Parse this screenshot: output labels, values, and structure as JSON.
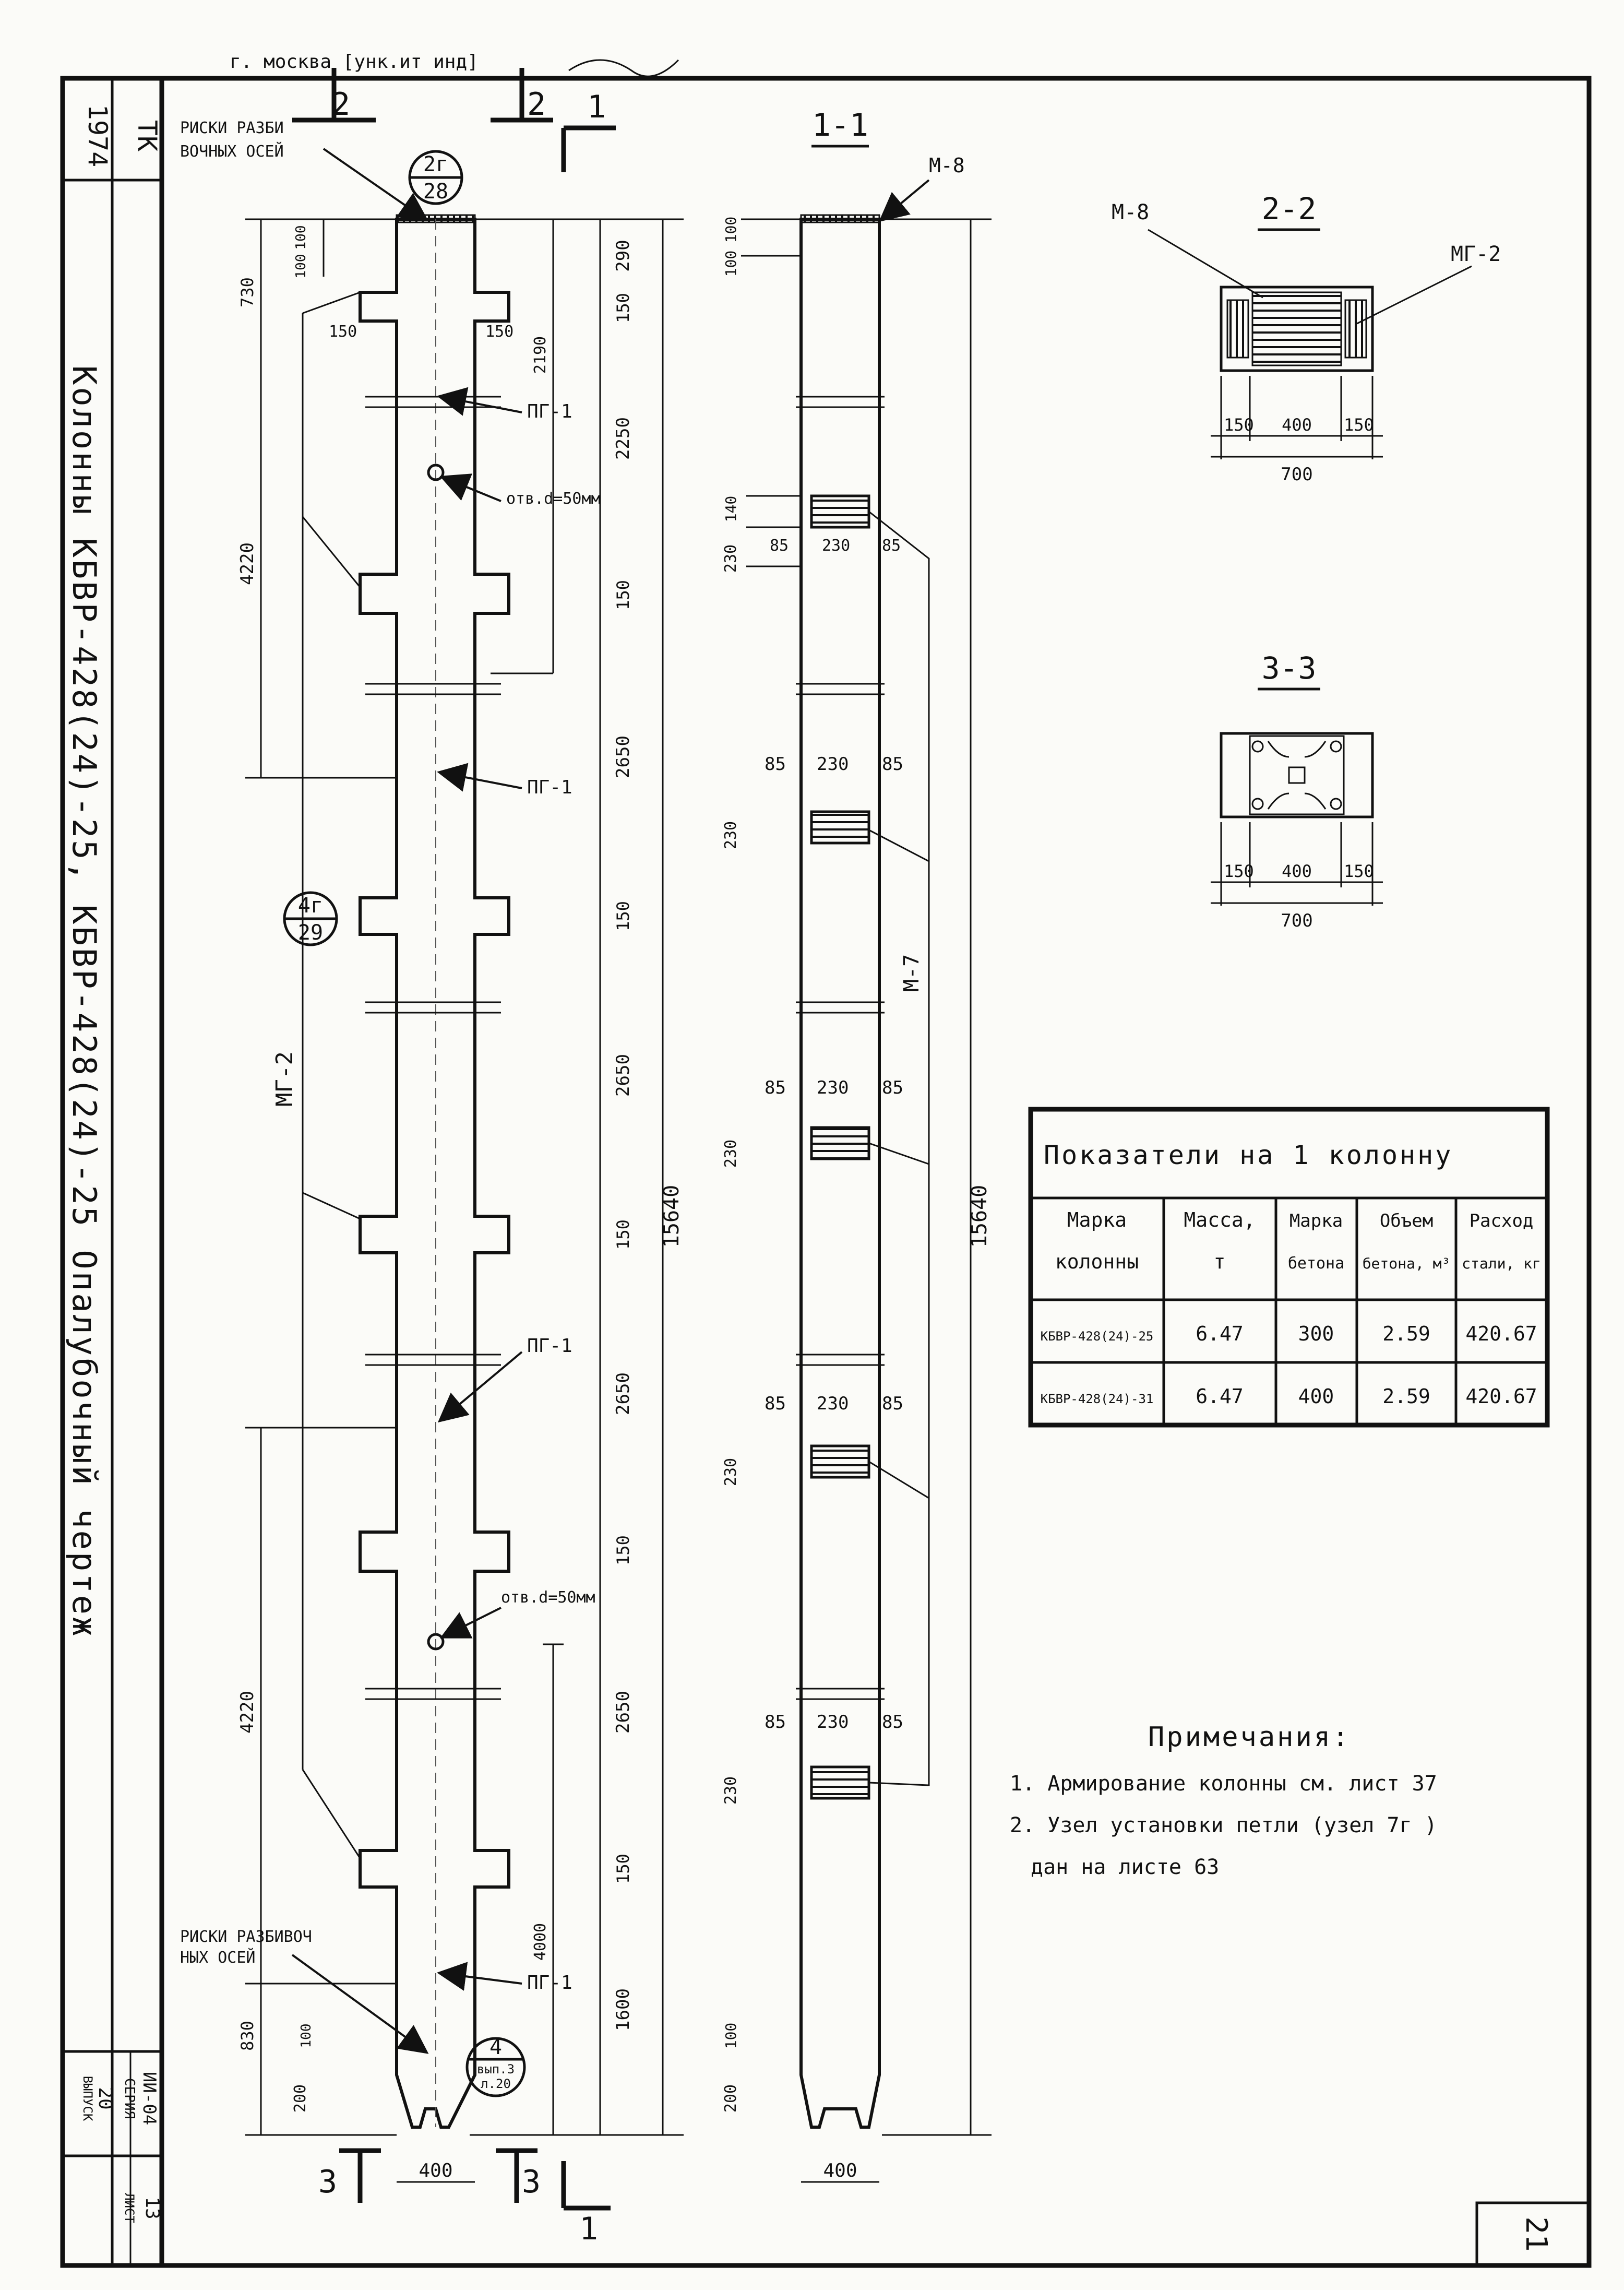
{
  "header": {
    "scrawl": "г. москва  [унк.ит инд]",
    "ink_color": "#111111",
    "paper_color": "#fbfbf8"
  },
  "sidebar": {
    "year": "1974",
    "code": "ТК",
    "title": "Колонны КБВР-428(24)-25, КБВР-428(24)-25   Опалубочный   чертеж",
    "series_label": "СЕРИЯ",
    "series_value": "ИИ-04",
    "issue_label": "ВЫПУСК",
    "issue_value": "20",
    "sheet_label": "ЛИСТ",
    "sheet_value": "13"
  },
  "page_number": "21",
  "elevation": {
    "sections": {
      "a": "2",
      "b": "2",
      "c": "1",
      "d": "3",
      "e": "3",
      "f": "1"
    },
    "top_callout": {
      "num": "2г",
      "sheet": "28"
    },
    "mid_callout": {
      "num": "4г",
      "sheet": "29"
    },
    "bot_callout": {
      "num": "4",
      "l1": "вып.3",
      "l2": "л.20"
    },
    "top_note": [
      "РИСКИ РАЗБИ",
      "ВОЧНЫХ ОСЕЙ"
    ],
    "bottom_note": [
      "РИСКИ РАЗБИВОЧ",
      "НЫХ ОСЕЙ"
    ],
    "hole_note": "отв.d=50мм",
    "pg1": "ПГ-1",
    "mg2": "МГ-2",
    "dims_right": [
      "290",
      "150",
      "2250",
      "150",
      "2650",
      "150",
      "2650",
      "150",
      "2650",
      "150",
      "2650",
      "150",
      "1600"
    ],
    "dim_2190": "2190",
    "dim_4000": "4000",
    "dim_total": "15640",
    "dims_left": [
      "100",
      "100",
      "730",
      "4220",
      "4220",
      "830",
      "100",
      "200"
    ],
    "dim_150": "150",
    "dim_bottom": "400"
  },
  "section_1_1": {
    "title": "1-1",
    "m8": "М-8",
    "m7": "М-7",
    "total": "15640",
    "dims": [
      "100",
      "100",
      "230",
      "140",
      "85",
      "230",
      "85"
    ],
    "bottom": [
      "100",
      "200"
    ],
    "width": "400"
  },
  "section_2_2": {
    "title": "2-2",
    "m8": "М-8",
    "mg2": "МГ-2",
    "dims": [
      "150",
      "400",
      "150"
    ],
    "total": "700"
  },
  "section_3_3": {
    "title": "3-3",
    "dims": [
      "150",
      "400",
      "150"
    ],
    "total": "700"
  },
  "table": {
    "title": "Показатели на 1 колонну",
    "headers": [
      [
        "Марка",
        "колонны"
      ],
      [
        "Масса,",
        "т"
      ],
      [
        "Марка",
        "бетона"
      ],
      [
        "Объем",
        "бетона, м³"
      ],
      [
        "Расход",
        "стали, кг"
      ]
    ],
    "rows": [
      [
        "КБВР-428(24)-25",
        "6.47",
        "300",
        "2.59",
        "420.67"
      ],
      [
        "КБВР-428(24)-31",
        "6.47",
        "400",
        "2.59",
        "420.67"
      ]
    ]
  },
  "notes": {
    "title": "Примечания:",
    "lines": [
      "1. Армирование колонны см. лист 37",
      "2. Узел установки петли (узел 7г )",
      "дан на листе 63"
    ]
  }
}
